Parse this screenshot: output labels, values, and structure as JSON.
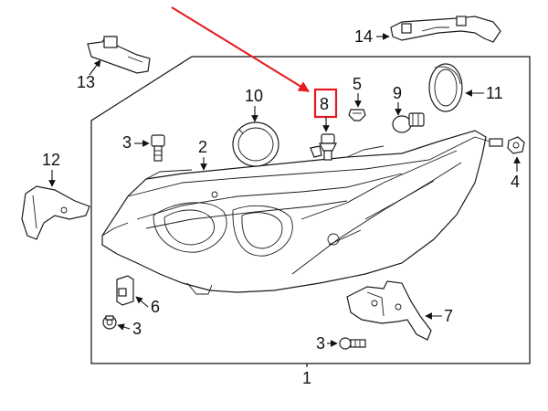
{
  "callouts": {
    "c1": "1",
    "c2": "2",
    "c3a": "3",
    "c3b": "3",
    "c3c": "3",
    "c4": "4",
    "c5": "5",
    "c6": "6",
    "c7": "7",
    "c8": "8",
    "c9": "9",
    "c10": "10",
    "c11": "11",
    "c12": "12",
    "c13": "13",
    "c14": "14"
  },
  "highlight": {
    "target": "8",
    "color": "#e8191e"
  }
}
